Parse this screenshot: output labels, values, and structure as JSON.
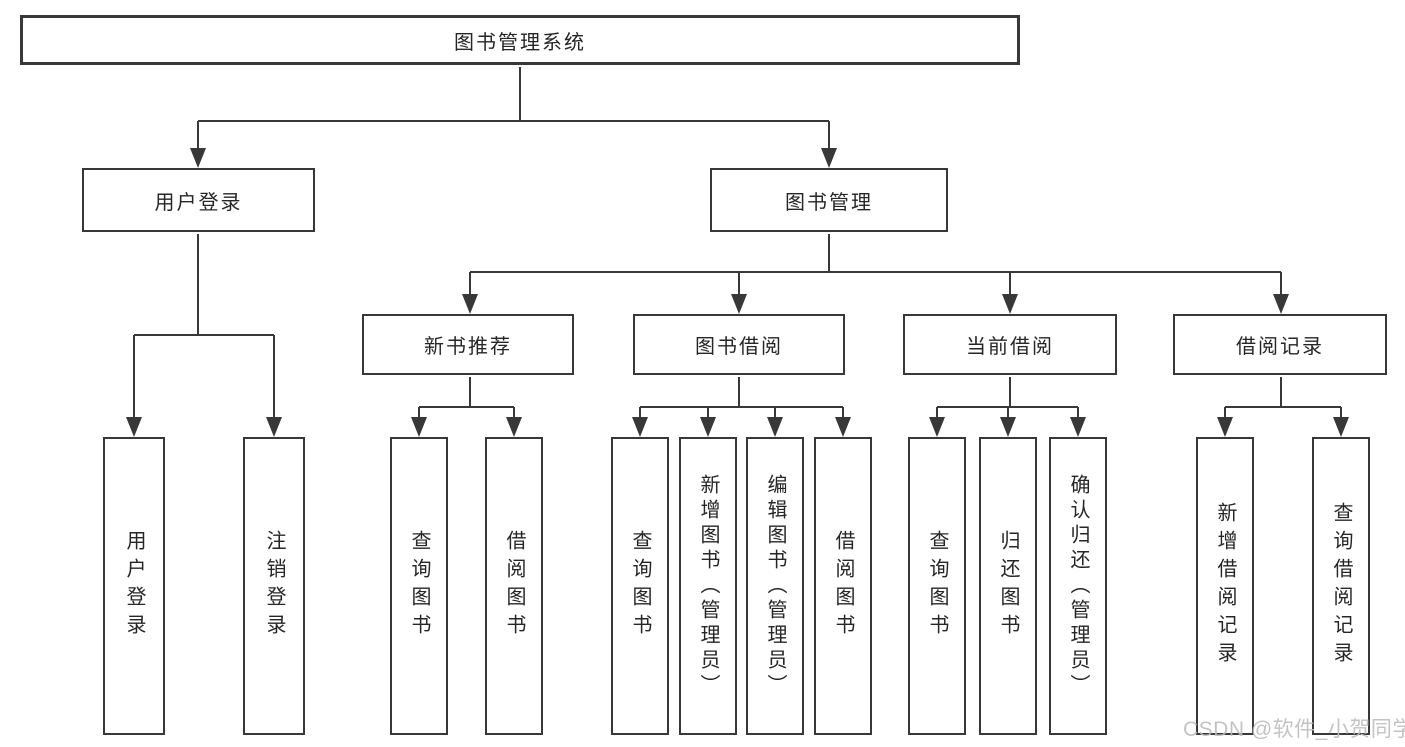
{
  "diagram": {
    "type": "hierarchy-tree",
    "colors": {
      "background": "#ffffff",
      "box_border": "#383838",
      "connector_line": "#383838",
      "text": "#262626",
      "watermark_text": "#bcbcbc"
    }
  },
  "tree": {
    "label": "图书管理系统",
    "children": [
      {
        "label": "用户登录",
        "children": [
          {
            "label": "用户登录"
          },
          {
            "label": "注销登录"
          }
        ]
      },
      {
        "label": "图书管理",
        "children": [
          {
            "label": "新书推荐",
            "children": [
              {
                "label": "查询图书"
              },
              {
                "label": "借阅图书"
              }
            ]
          },
          {
            "label": "图书借阅",
            "children": [
              {
                "label": "查询图书"
              },
              {
                "label": "新增图书（管理员）"
              },
              {
                "label": "编辑图书（管理员）"
              },
              {
                "label": "借阅图书"
              }
            ]
          },
          {
            "label": "当前借阅",
            "children": [
              {
                "label": "查询图书"
              },
              {
                "label": "归还图书"
              },
              {
                "label": "确认归还（管理员）"
              }
            ]
          },
          {
            "label": "借阅记录",
            "children": [
              {
                "label": "新增借阅记录"
              },
              {
                "label": "查询借阅记录"
              }
            ]
          }
        ]
      }
    ]
  },
  "watermark": {
    "text": "CSDN @软件_小贺同学"
  }
}
